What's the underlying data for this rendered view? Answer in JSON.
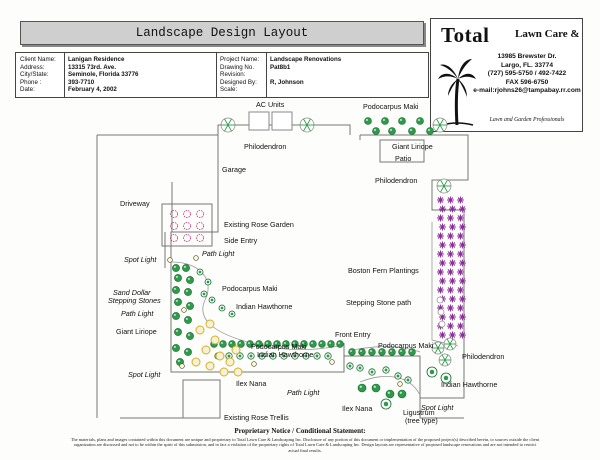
{
  "title": "Landscape Design Layout",
  "client": {
    "labels": [
      "Client Name:",
      "Address:",
      "City/State:",
      "Phone :",
      "Date:"
    ],
    "values": [
      "Lanigan Residence",
      "13315 73rd. Ave.",
      "Seminole, Florida 33776",
      "393-7710",
      "February 4, 2002"
    ]
  },
  "project": {
    "labels": [
      "Project Name:",
      "Drawing No.",
      "Revision:",
      "Designed By:",
      "Scale:"
    ],
    "values": [
      "Landscape Renovations",
      "Pat8b1",
      "",
      "R, Johnson",
      ""
    ]
  },
  "logo": {
    "name_big": "Total",
    "name_small": "Lawn Care &",
    "address_lines": [
      "13985 Brewster Dr.",
      "Largo, FL. 33774",
      "(727) 595-5750 / 492-7422",
      "FAX 596-6750",
      "e-mail:rjohns26@tampabay.rr.com"
    ],
    "tagline": "Lawn and Garden Professionals"
  },
  "labels": {
    "ac_units": "AC Units",
    "podocarpus_maki_top": "Podocarpus Maki",
    "philodendron_top": "Philodendron",
    "giant_liriope_top": "Giant Liriope",
    "patio": "Patio",
    "garage": "Garage",
    "philodendron_right": "Philodendron",
    "driveway": "Driveway",
    "existing_rose_garden": "Existing Rose Garden",
    "side_entry": "Side Entry",
    "spot_light_1": "Spot Light",
    "path_light_1": "Path Light",
    "boston_fern": "Boston Fern Plantings",
    "sand_dollar_1": "Sand Dollar",
    "sand_dollar_2": "Stepping Stones",
    "podocarpus_maki_mid": "Podocarpus Maki",
    "stepping_stone_path": "Stepping Stone path",
    "indian_hawthorne_mid": "Indian Hawthorne",
    "path_light_2": "Path Light",
    "giant_liriope_left": "Giant Liriope",
    "front_entry": "Front Entry",
    "podocarpus_maki_low": "Podocarpus Maki",
    "indian_hawthorne_low": "Indian Hawthorne",
    "podocarpus_maki_right": "Podocarpus Maki",
    "philodendron_low": "Philodendron",
    "spot_light_2": "Spot Light",
    "ilex_nana_1": "Ilex Nana",
    "indian_hawthorne_right": "Indian Hawthorne",
    "path_light_3": "Path Light",
    "spot_light_3": "Spot Light",
    "ilex_nana_2": "Ilex Nana",
    "ligustrum_1": "Ligustrum",
    "ligustrum_2": "(tree type)",
    "existing_rose_trellis": "Existing Rose Trellis"
  },
  "notice": {
    "title": "Proprietary Notice / Conditional Statement:",
    "text": "The materials, plans and images contained within this document are unique and proprietary to Total Lawn Care & Landscaping Inc. Disclosure of any portion of this document or implementation of the proposed project(s) described herein, to sources outside the client organization are discussed and not to be within the spirit of this submission, and in fact a violation of the proprietary rights of Total Lawn Care & Landscaping Inc. Design layouts are representative of proposed landscape renovations and are not intended to restrict actual final results."
  },
  "colors": {
    "wall": "#777777",
    "shrub_green": "#2f9a4a",
    "shrub_dark": "#0f6a2c",
    "fern": "#8a2a9a",
    "rose": "#c02a70",
    "lawn": "#ffffff",
    "light_yellow": "#d8b020"
  },
  "icons": [
    "palm-tree-logo",
    "shrub-symbol",
    "fern-symbol",
    "rose-symbol",
    "stepping-stone-symbol",
    "light-symbol"
  ]
}
